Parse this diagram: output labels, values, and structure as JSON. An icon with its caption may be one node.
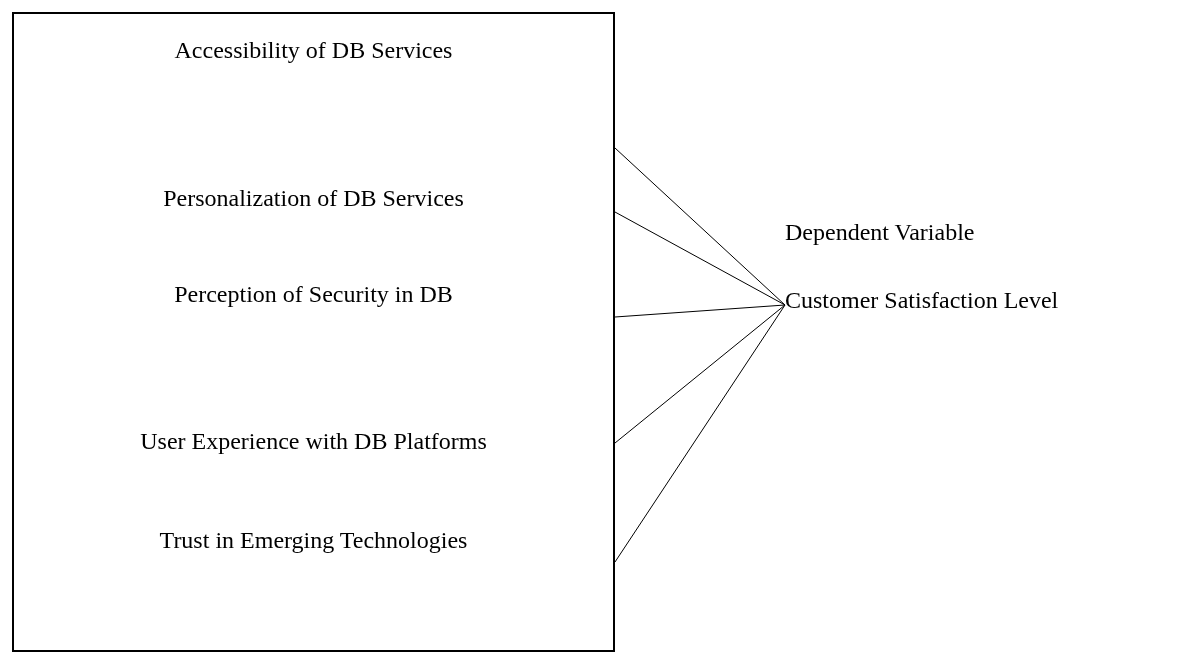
{
  "diagram": {
    "nodes": [
      {
        "text": [],
        "shape": "box"
      },
      {
        "text": [
          "Accessibility of DB Services"
        ],
        "in": 0
      },
      {
        "text": [
          "Personalization of DB Services"
        ],
        "in": 0
      },
      {
        "text": [
          "Perception of Security in DB"
        ],
        "in": 0
      },
      {
        "text": [
          "User Experience with DB Platforms"
        ],
        "in": 0
      },
      {
        "text": [
          "Trust in Emerging Technologies"
        ],
        "in": 0
      },
      {
        "text": [
          "Dependent Variable",
          "Customer Satisfaction Level"
        ]
      }
    ],
    "edges": [
      {
        "from": 0,
        "to": 6,
        "arrow": "none"
      },
      {
        "from": 0,
        "to": 6,
        "arrow": "none"
      },
      {
        "from": 0,
        "to": 6,
        "arrow": "none"
      },
      {
        "from": 0,
        "to": 6,
        "arrow": "none"
      },
      {
        "from": 0,
        "to": 6,
        "arrow": "none"
      }
    ]
  }
}
